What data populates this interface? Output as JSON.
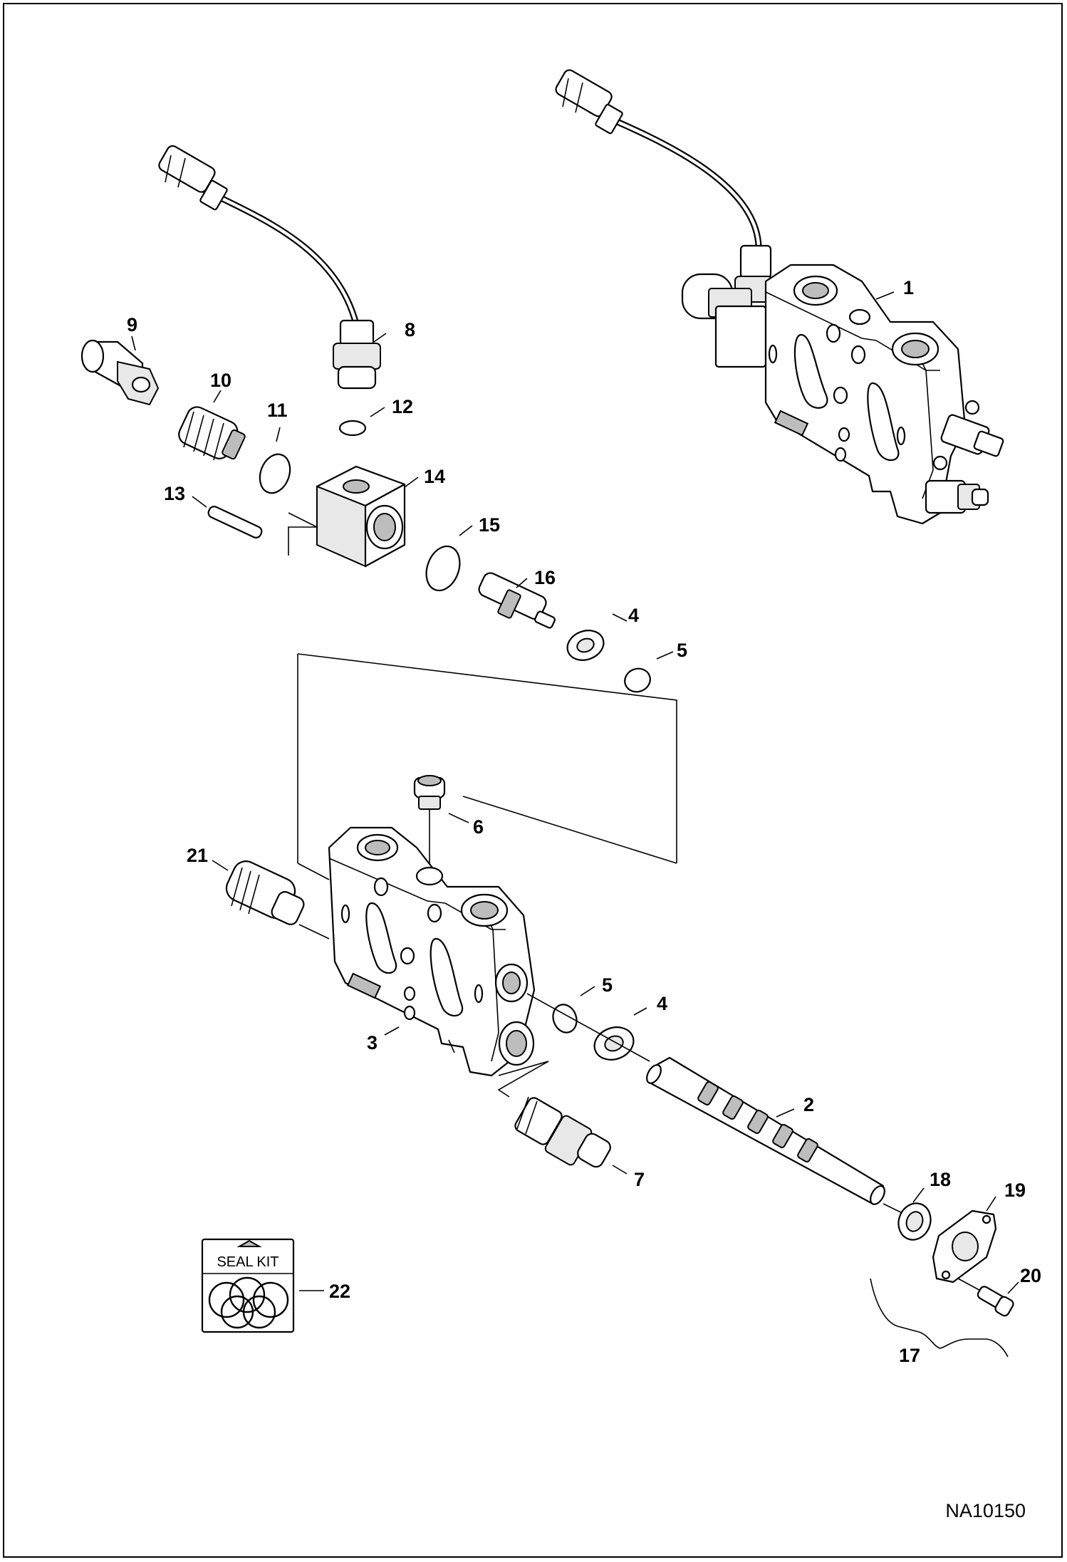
{
  "diagram": {
    "drawing_id": "NA10150",
    "seal_kit_label": "SEAL KIT",
    "callouts": {
      "c1": "1",
      "c2": "2",
      "c3": "3",
      "c4a": "4",
      "c4b": "4",
      "c5a": "5",
      "c5b": "5",
      "c6": "6",
      "c7": "7",
      "c8": "8",
      "c9": "9",
      "c10": "10",
      "c11": "11",
      "c12": "12",
      "c13": "13",
      "c14": "14",
      "c15": "15",
      "c16": "16",
      "c17": "17",
      "c18": "18",
      "c19": "19",
      "c20": "20",
      "c21": "21",
      "c22": "22"
    }
  }
}
